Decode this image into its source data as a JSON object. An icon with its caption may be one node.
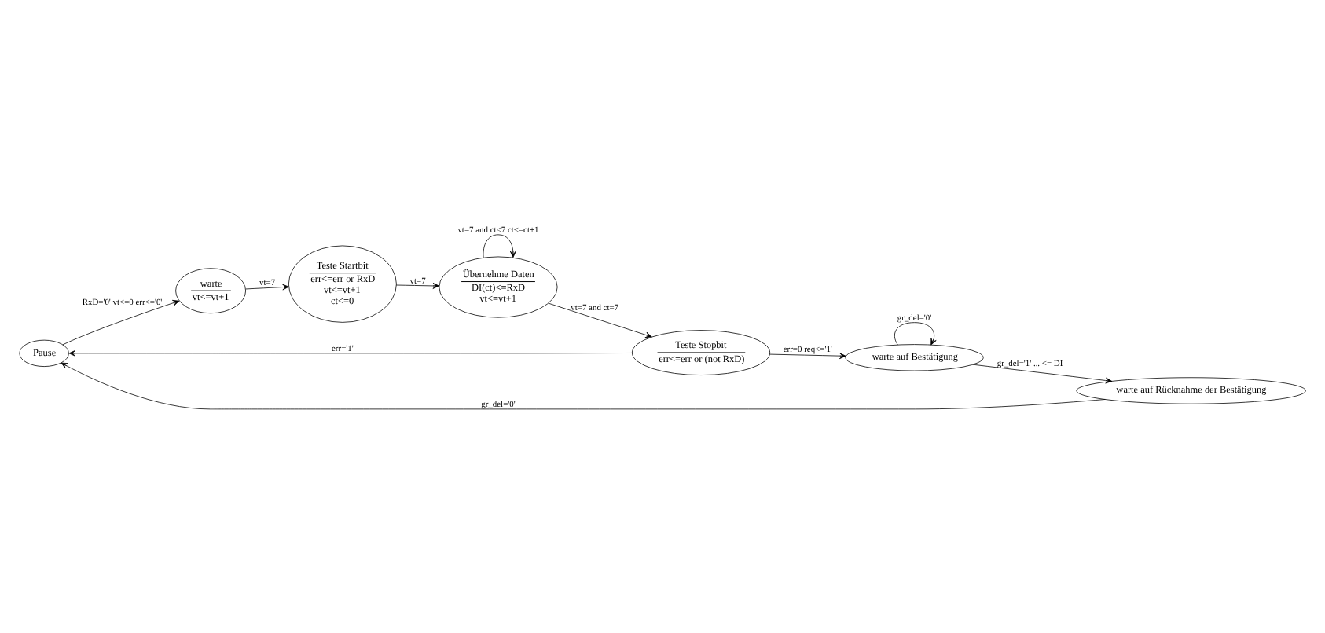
{
  "diagram": {
    "nodes": [
      {
        "text": [
          "Pause"
        ]
      },
      {
        "text": [
          "warte",
          "vt<=vt+1"
        ]
      },
      {
        "text": [
          "Teste Startbit",
          "err<=err or RxD",
          "vt<=vt+1",
          "ct<=0"
        ]
      },
      {
        "text": [
          "Übernehme Daten",
          "DI(ct)<=RxD",
          "vt<=vt+1"
        ]
      },
      {
        "text": [
          "Teste Stopbit",
          "err<=err or (not RxD)"
        ]
      },
      {
        "text": [
          "warte auf Bestätigung"
        ]
      },
      {
        "text": [
          "warte auf Rücknahme der Bestätigung"
        ]
      }
    ],
    "edges": [
      {
        "from": 0,
        "to": 1,
        "arrow": "to",
        "label": "RxD='0' vt<=0 err<='0'"
      },
      {
        "from": 1,
        "to": 2,
        "arrow": "to",
        "label": "vt=7"
      },
      {
        "from": 2,
        "to": 3,
        "arrow": "to",
        "label": "vt=7"
      },
      {
        "from": 3,
        "to": 3,
        "arrow": "to",
        "label": "vt=7 and ct<7 ct<=ct+1"
      },
      {
        "from": 3,
        "to": 4,
        "arrow": "to",
        "label": "vt=7 and ct=7"
      },
      {
        "from": 4,
        "to": 0,
        "arrow": "to",
        "label": "err='1'"
      },
      {
        "from": 4,
        "to": 5,
        "arrow": "to",
        "label": "err=0 req<='1'"
      },
      {
        "from": 5,
        "to": 5,
        "arrow": "to",
        "label": "gr_del='0'"
      },
      {
        "from": 5,
        "to": 6,
        "arrow": "to",
        "label": "gr_del='1' ... <= DI"
      },
      {
        "from": 6,
        "to": 0,
        "arrow": "to",
        "label": "gr_del='0'"
      }
    ]
  }
}
